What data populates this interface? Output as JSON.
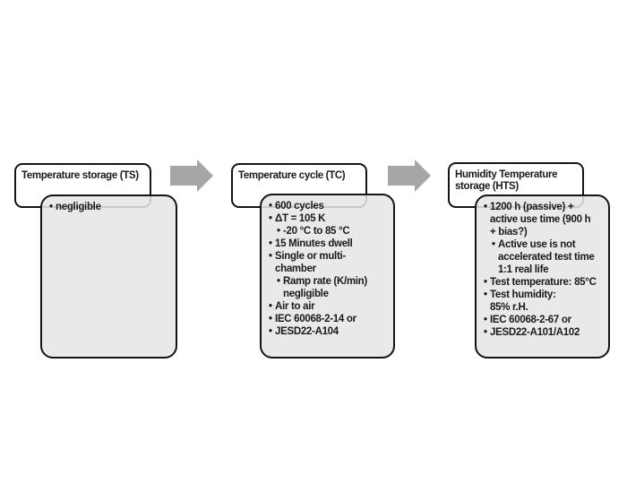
{
  "diagram": {
    "bullet": "•",
    "colors": {
      "background": "#ffffff",
      "box_border": "#141414",
      "title_fill": "#ffffff",
      "content_fill": "#e6e6e6",
      "arrow_fill": "#a6a6a6"
    },
    "columns": [
      {
        "id": "ts",
        "title": "Temperature storage (TS)",
        "items": [
          {
            "text": "negligible",
            "level": 0
          }
        ]
      },
      {
        "id": "tc",
        "title": "Temperature cycle (TC)",
        "items": [
          {
            "text": "600 cycles",
            "level": 0
          },
          {
            "text": "ΔT = 105 K",
            "level": 0
          },
          {
            "text": "-20 °C to 85 °C",
            "level": 1
          },
          {
            "text": "15 Minutes dwell",
            "level": 0
          },
          {
            "text": "Single or multi-\nchamber",
            "level": 0
          },
          {
            "text": "Ramp rate (K/min)\nnegligible",
            "level": 1
          },
          {
            "text": "Air to air",
            "level": 0
          },
          {
            "text": "IEC 60068-2-14 or",
            "level": 0
          },
          {
            "text": "JESD22-A104",
            "level": 0
          }
        ]
      },
      {
        "id": "hts",
        "title": "Humidity Temperature\nstorage (HTS)",
        "items": [
          {
            "text": "1200 h (passive) +\nactive use time (900 h\n+ bias?)",
            "level": 0
          },
          {
            "text": "Active use is not\naccelerated test time\n1:1 real life",
            "level": 1
          },
          {
            "text": "Test temperature: 85°C",
            "level": 0
          },
          {
            "text": "Test humidity:\n85% r.H.",
            "level": 0
          },
          {
            "text": "IEC 60068-2-67 or",
            "level": 0
          },
          {
            "text": "JESD22-A101/A102",
            "level": 0
          }
        ]
      }
    ]
  }
}
